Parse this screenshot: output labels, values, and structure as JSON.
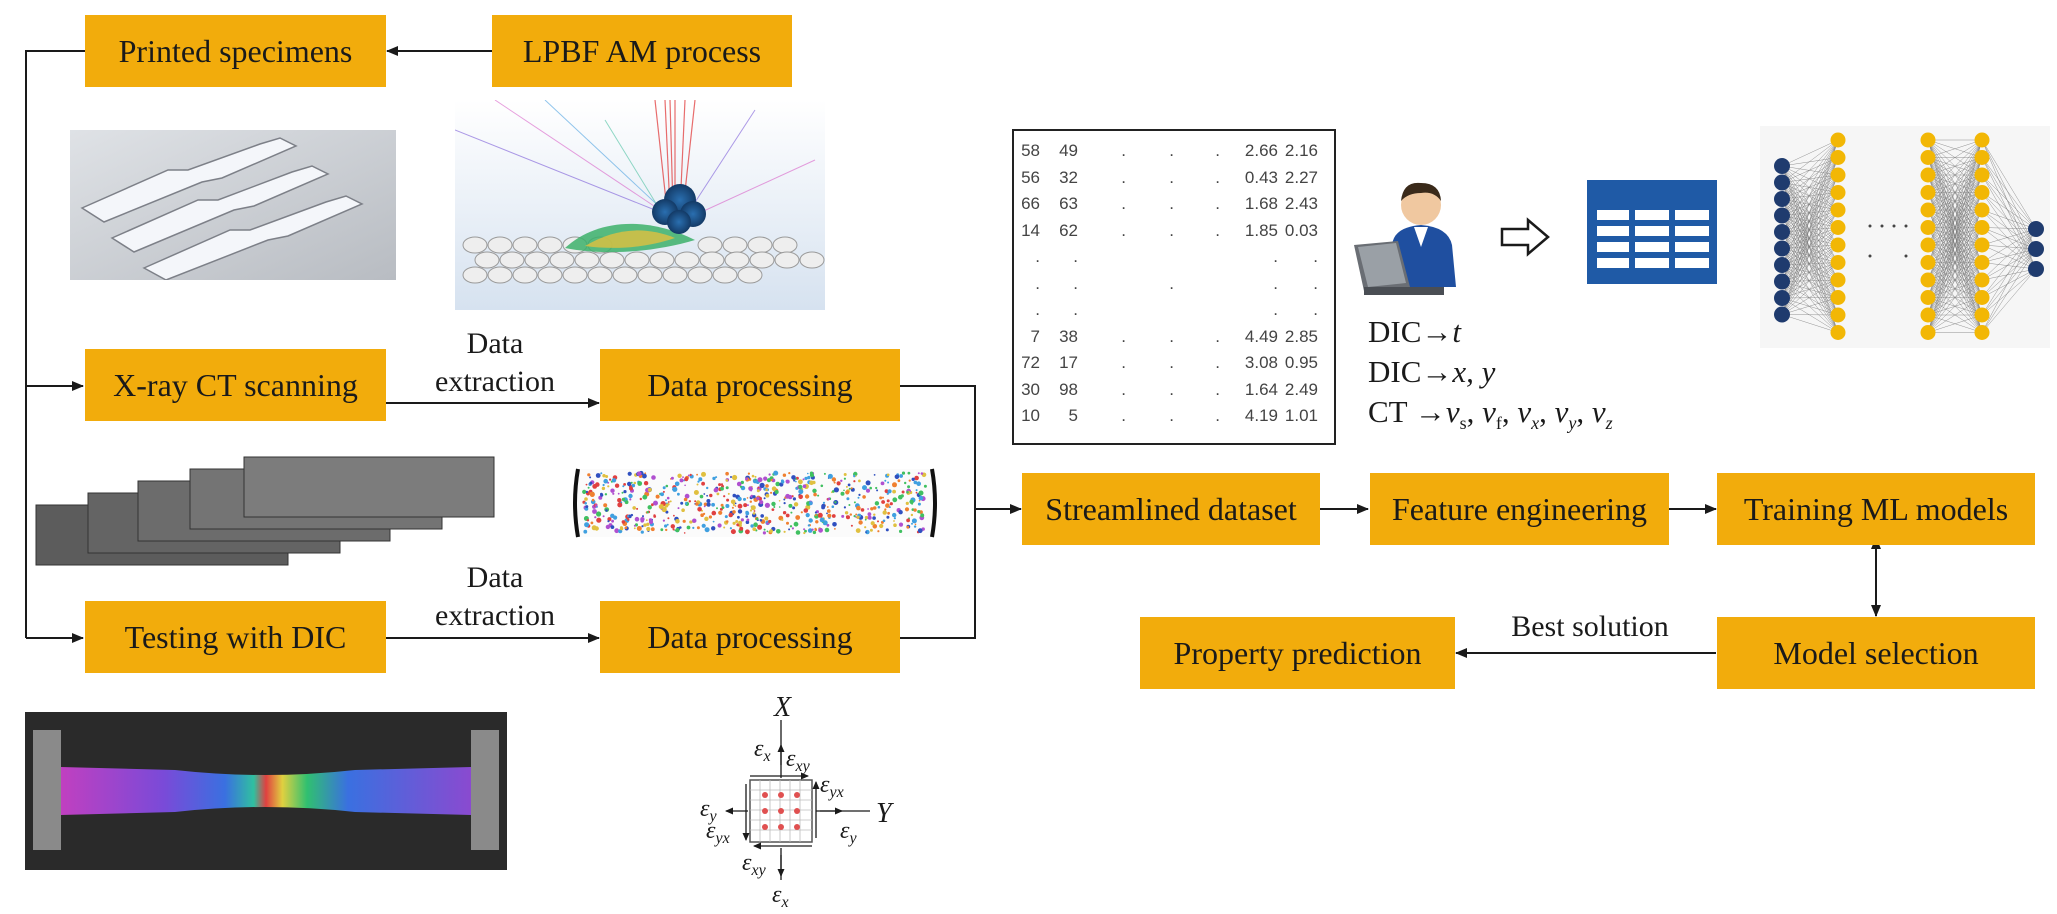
{
  "boxes": {
    "printed_specimens": "Printed specimens",
    "lpbf": "LPBF AM process",
    "xray": "X-ray CT scanning",
    "data_processing_ct": "Data processing",
    "testing_dic": "Testing with DIC",
    "data_processing_dic": "Data processing",
    "streamlined": "Streamlined dataset",
    "feature_eng": "Feature engineering",
    "training": "Training ML models",
    "model_selection": "Model selection",
    "property_prediction": "Property prediction"
  },
  "labels": {
    "data_extraction_1a": "Data",
    "data_extraction_1b": "extraction",
    "data_extraction_2a": "Data",
    "data_extraction_2b": "extraction",
    "best_solution": "Best solution"
  },
  "dataset_table": {
    "rows": [
      [
        "58",
        "49",
        ".",
        ".",
        ".",
        "2.66",
        "2.16"
      ],
      [
        "56",
        "32",
        ".",
        ".",
        ".",
        "0.43",
        "2.27"
      ],
      [
        "66",
        "63",
        ".",
        ".",
        ".",
        "1.68",
        "2.43"
      ],
      [
        "14",
        "62",
        ".",
        ".",
        ".",
        "1.85",
        "0.03"
      ],
      [
        ".",
        ".",
        "",
        "",
        "",
        ".",
        "."
      ],
      [
        ".",
        ".",
        "",
        ".",
        "",
        ".",
        "."
      ],
      [
        ".",
        ".",
        "",
        "",
        "",
        ".",
        "."
      ],
      [
        "7",
        "38",
        ".",
        ".",
        ".",
        "4.49",
        "2.85"
      ],
      [
        "72",
        "17",
        ".",
        ".",
        ".",
        "3.08",
        "0.95"
      ],
      [
        "30",
        "98",
        ".",
        ".",
        ".",
        "1.64",
        "2.49"
      ],
      [
        "10",
        "5",
        ".",
        ".",
        ".",
        "4.19",
        "1.01"
      ]
    ]
  },
  "features": {
    "line1_prefix": "DIC→",
    "line1_var": "t",
    "line2_prefix": "DIC→",
    "line2_var": "x, y",
    "line3_prefix": "CT  →",
    "v": "v",
    "s": "s",
    "f": "f",
    "x": "x",
    "y": "y",
    "z": "z"
  },
  "strain": {
    "X": "X",
    "Y": "Y",
    "eps": "ε",
    "x": "x",
    "y": "y",
    "xy": "xy",
    "yx": "yx"
  },
  "colors": {
    "box": "#f2ac0c",
    "nn_input": "#1f3b6e",
    "nn_hidden": "#f2b705",
    "table_icon": "#1f5aa6"
  },
  "icons": {
    "user": "person-at-laptop-icon",
    "arrow": "hollow-right-arrow-icon",
    "table": "spreadsheet-icon",
    "nn": "neural-network-icon"
  }
}
